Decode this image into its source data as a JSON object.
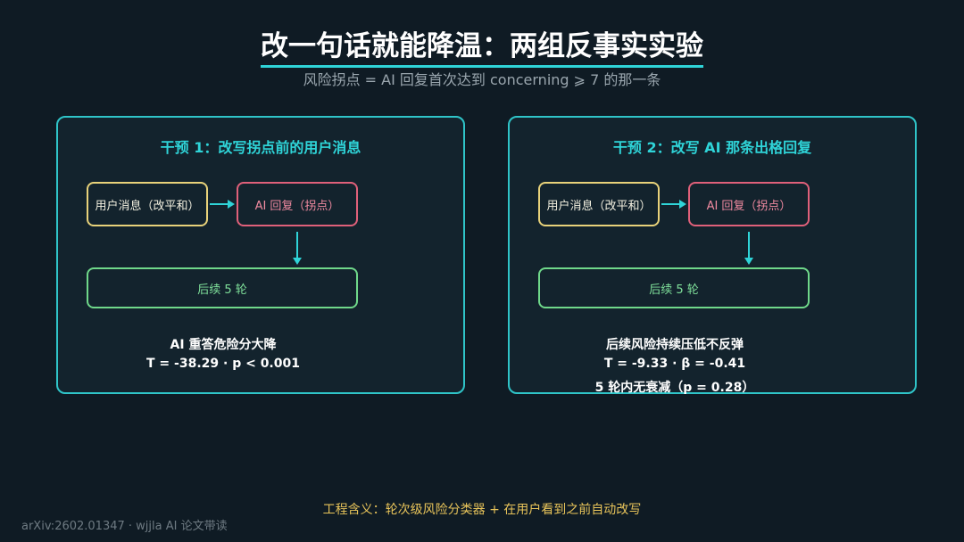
{
  "title": "改一句话就能降温：两组反事实实验",
  "subtitle": "风险拐点 = AI 回复首次达到 concerning ⩾ 7 的那一条",
  "panels": [
    {
      "title": "干预 1：改写拐点前的用户消息",
      "user_box": "用户消息（改平和）",
      "ai_box": "AI 回复（拐点）",
      "next_box": "后续 5 轮",
      "result_lines": [
        "AI 重答危险分大降",
        "T = -38.29 · p < 0.001"
      ]
    },
    {
      "title": "干预 2：改写 AI 那条出格回复",
      "user_box": "用户消息（改平和）",
      "ai_box": "AI 回复（拐点）",
      "next_box": "后续 5 轮",
      "result_lines": [
        "后续风险持续压低不反弹",
        "T = -9.33 · β = -0.41",
        "5 轮内无衰减（p = 0.28）"
      ]
    }
  ],
  "footer": "工程含义：轮次级风险分类器 + 在用户看到之前自动改写",
  "credit": "arXiv:2602.01347 · wjjla AI 论文带读",
  "colors": {
    "accent": "#2fd4d8",
    "user_border": "#e8d27a",
    "ai_border": "#e0607a",
    "next_border": "#6fd88a",
    "footer": "#e8c45a"
  }
}
